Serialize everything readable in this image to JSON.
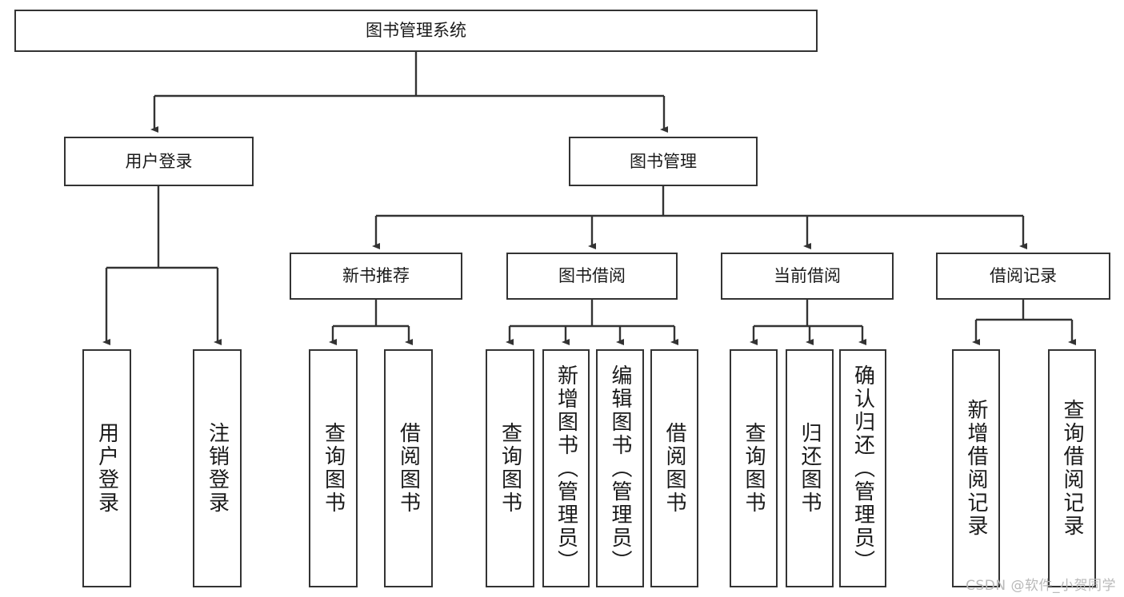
{
  "diagram": {
    "title": "图书管理系统",
    "type": "tree-hierarchy",
    "root": {
      "label": "图书管理系统"
    },
    "level2": [
      {
        "label": "用户登录"
      },
      {
        "label": "图书管理"
      }
    ],
    "level3": [
      {
        "label": "新书推荐",
        "parent": "图书管理"
      },
      {
        "label": "图书借阅",
        "parent": "图书管理"
      },
      {
        "label": "当前借阅",
        "parent": "图书管理"
      },
      {
        "label": "借阅记录",
        "parent": "图书管理"
      }
    ],
    "leaves": [
      {
        "label": "用户登录",
        "parent": "用户登录"
      },
      {
        "label": "注销登录",
        "parent": "用户登录"
      },
      {
        "label": "查询图书",
        "parent": "新书推荐"
      },
      {
        "label": "借阅图书",
        "parent": "新书推荐"
      },
      {
        "label": "查询图书",
        "parent": "图书借阅"
      },
      {
        "label": "新增图书（管理员）",
        "parent": "图书借阅"
      },
      {
        "label": "编辑图书（管理员）",
        "parent": "图书借阅"
      },
      {
        "label": "借阅图书",
        "parent": "图书借阅"
      },
      {
        "label": "查询图书",
        "parent": "当前借阅"
      },
      {
        "label": "归还图书",
        "parent": "当前借阅"
      },
      {
        "label": "确认归还（管理员）",
        "parent": "当前借阅"
      },
      {
        "label": "新增借阅记录",
        "parent": "借阅记录"
      },
      {
        "label": "查询借阅记录",
        "parent": "借阅记录"
      }
    ]
  },
  "watermark": {
    "text": "CSDN @软件_小贺同学"
  },
  "colors": {
    "stroke": "#333333",
    "fill": "#ffffff",
    "text": "#1a1a1a",
    "watermark": "#b9b9b9"
  }
}
